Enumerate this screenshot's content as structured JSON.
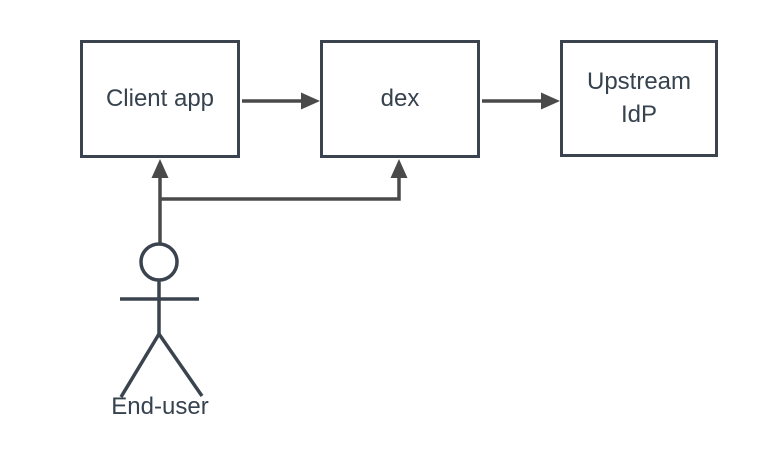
{
  "diagram": {
    "type": "flow",
    "nodes": [
      {
        "id": "client-app",
        "label": "Client app"
      },
      {
        "id": "dex",
        "label": "dex"
      },
      {
        "id": "upstream-idp",
        "label": "Upstream\nIdP"
      }
    ],
    "actor": {
      "id": "end-user",
      "label": "End-user"
    },
    "edges": [
      {
        "from": "client-app",
        "to": "dex",
        "direction": "right"
      },
      {
        "from": "dex",
        "to": "upstream-idp",
        "direction": "right"
      },
      {
        "from": "end-user",
        "to": "client-app",
        "direction": "up"
      },
      {
        "from": "end-user",
        "to": "dex",
        "direction": "up"
      }
    ]
  },
  "colors": {
    "background": "#ffffff",
    "node_fill": "#ffffff",
    "node_border": "#3a434e",
    "label_text": "#36424e",
    "arrow": "#4a4a4a",
    "actor": "#3a434e"
  }
}
